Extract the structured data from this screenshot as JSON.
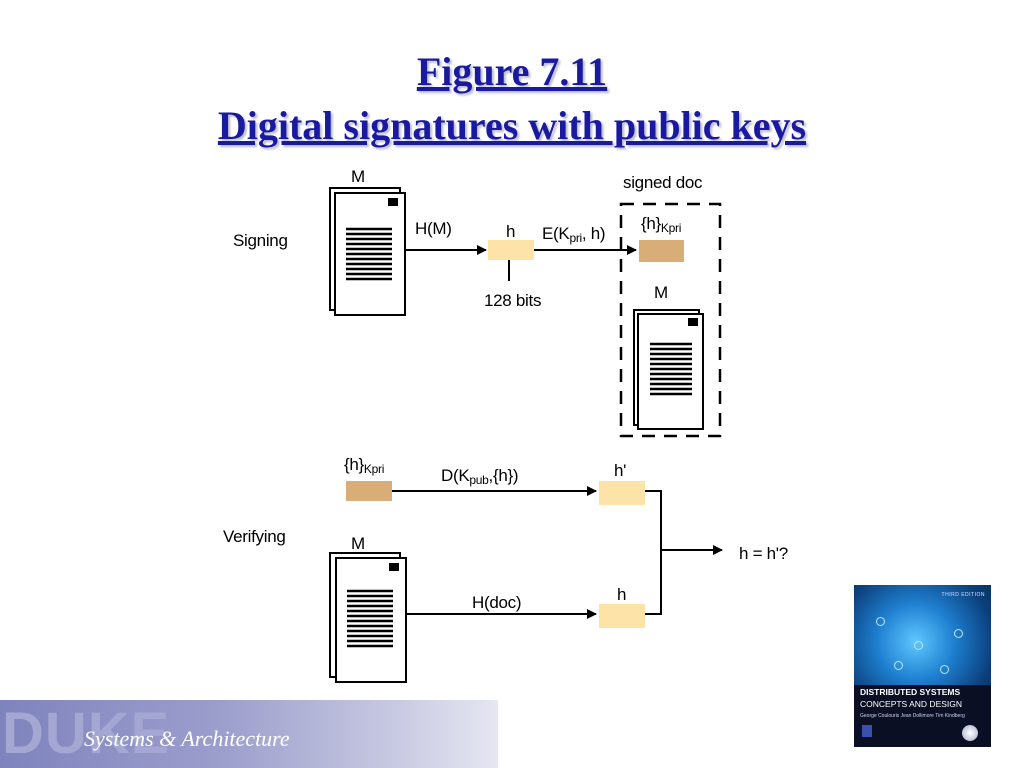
{
  "title": {
    "line1": "Figure 7.11",
    "line2": "Digital signatures with public keys"
  },
  "signing": {
    "section_label": "Signing",
    "doc_label": "M",
    "hash_label": "H(M)",
    "digest_label": "h",
    "bits_label": "128 bits",
    "encrypt_label_main": "E(K",
    "encrypt_label_sub": "pri",
    "encrypt_label_tail": ", h)",
    "signed_doc_label": "signed doc",
    "sig_label_main": "{h}",
    "sig_label_sub": "Kpri",
    "signed_doc_m_label": "M"
  },
  "verifying": {
    "section_label": "Verifying",
    "sig_label_main": "{h}",
    "sig_label_sub": "Kpri",
    "decrypt_label_main": "D(K",
    "decrypt_label_sub": "pub",
    "decrypt_label_tail": ",{h})",
    "h_prime_label": "h'",
    "doc_label": "M",
    "hash_label": "H(doc)",
    "h_label": "h",
    "compare_label": "h = h'?"
  },
  "colors": {
    "digest_fill": "#fde3a7",
    "signature_fill": "#d8ad77",
    "title_color": "#1a1aa0"
  },
  "footer": {
    "brand": "DUKE",
    "subtitle": "Systems & Architecture"
  },
  "book": {
    "edition": "THIRD EDITION",
    "title_line1": "DISTRIBUTED SYSTEMS",
    "title_line2": "CONCEPTS AND DESIGN",
    "authors": "George Coulouris   Jean Dollimore   Tim Kindberg"
  }
}
